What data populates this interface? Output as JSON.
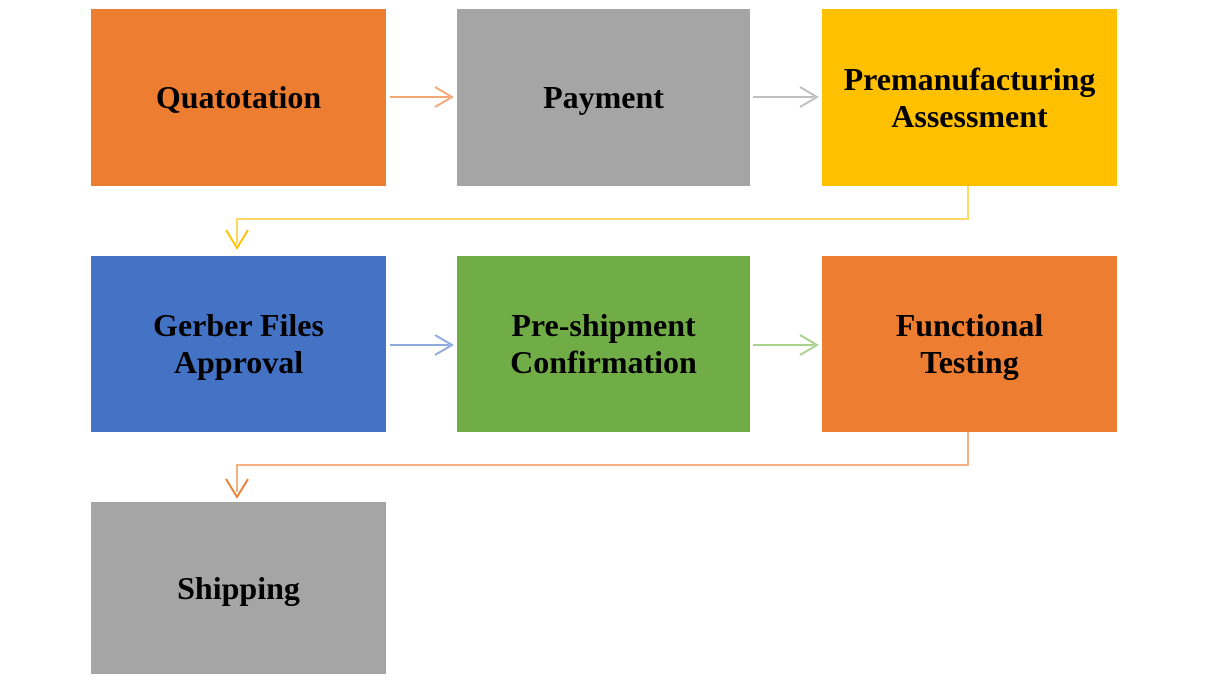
{
  "canvas": {
    "background": "#FFFFFF",
    "text_color": "#000000"
  },
  "nodes": [
    {
      "id": "quotation",
      "label": "Quatotation",
      "fill": "#ED7D31"
    },
    {
      "id": "payment",
      "label": "Payment",
      "fill": "#A5A5A5"
    },
    {
      "id": "premanufacturing-assessment",
      "label": "Premanufacturing\nAssessment",
      "fill": "#FFC000"
    },
    {
      "id": "gerber-files-approval",
      "label": "Gerber Files\nApproval",
      "fill": "#4472C4"
    },
    {
      "id": "pre-shipment-confirmation",
      "label": "Pre-shipment\nConfirmation",
      "fill": "#70AD47"
    },
    {
      "id": "functional-testing",
      "label": "Functional\nTesting",
      "fill": "#ED7D31"
    },
    {
      "id": "shipping",
      "label": "Shipping",
      "fill": "#A5A5A5"
    }
  ],
  "connectors": [
    {
      "from": "Quatotation",
      "to": "Payment",
      "type": "straight",
      "color": "#F3A776",
      "head_color": "#F3A776"
    },
    {
      "from": "Payment",
      "to": "Premanufacturing Assessment",
      "type": "straight",
      "color": "#BFBFBF",
      "head_color": "#BFBFBF"
    },
    {
      "from": "Premanufacturing Assessment",
      "to": "Gerber Files Approval",
      "type": "elbow",
      "color": "#FFD966",
      "head_color": "#FFC000"
    },
    {
      "from": "Gerber Files Approval",
      "to": "Pre-shipment Confirmation",
      "type": "straight",
      "color": "#8FAADC",
      "head_color": "#8FAADC"
    },
    {
      "from": "Pre-shipment Confirmation",
      "to": "Functional Testing",
      "type": "straight",
      "color": "#A9D18E",
      "head_color": "#A9D18E"
    },
    {
      "from": "Functional Testing",
      "to": "Shipping",
      "type": "elbow",
      "color": "#F4B183",
      "head_color": "#ED7D31"
    }
  ]
}
